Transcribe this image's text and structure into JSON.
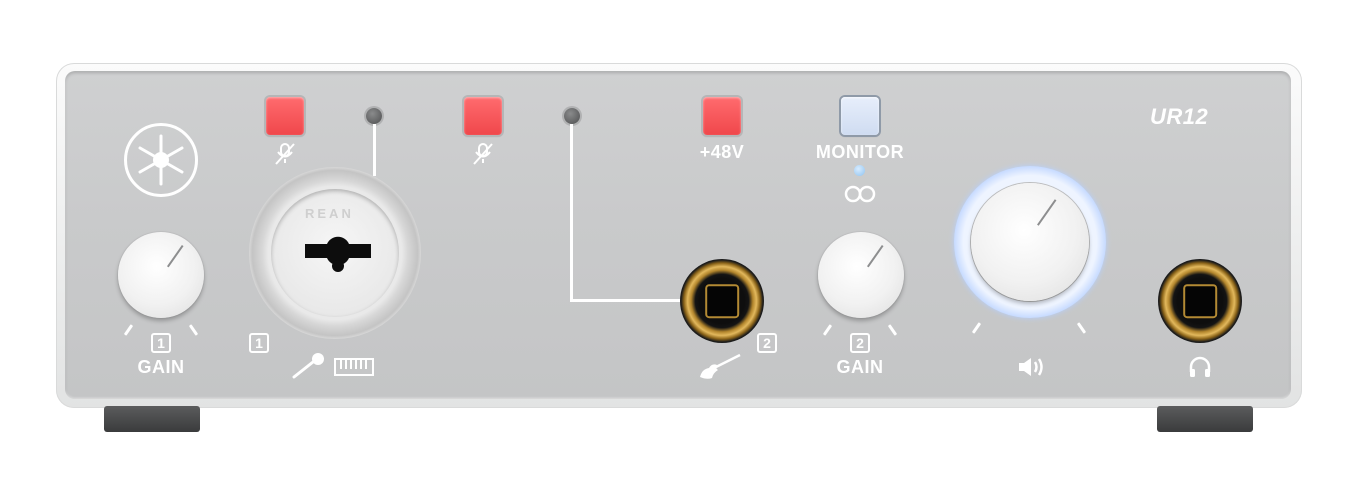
{
  "device": {
    "model": "UR12",
    "brand_logo": "yamaha-tuning-fork-logo"
  },
  "controls": {
    "input1": {
      "mute_icon": "mic-mute-icon",
      "channel_number": "1",
      "gain_label": "GAIN",
      "gain_channel": "1",
      "jack_number": "1",
      "connector_brand": "REAN"
    },
    "input2": {
      "mute_icon": "mic-mute-icon",
      "jack_number": "2",
      "gain_label": "GAIN",
      "gain_channel": "2"
    },
    "phantom_power_label": "+48V",
    "monitor_label": "MONITOR",
    "monitor_link_icon": "link-icon",
    "volume_icon": "speaker-icon",
    "headphone_icon": "headphone-icon"
  },
  "colors": {
    "button_red": "#f0474b",
    "monitor_button": "#cfdcf1",
    "volume_ring": "#a9c6f3",
    "jack_gold": "#e2b85c"
  }
}
